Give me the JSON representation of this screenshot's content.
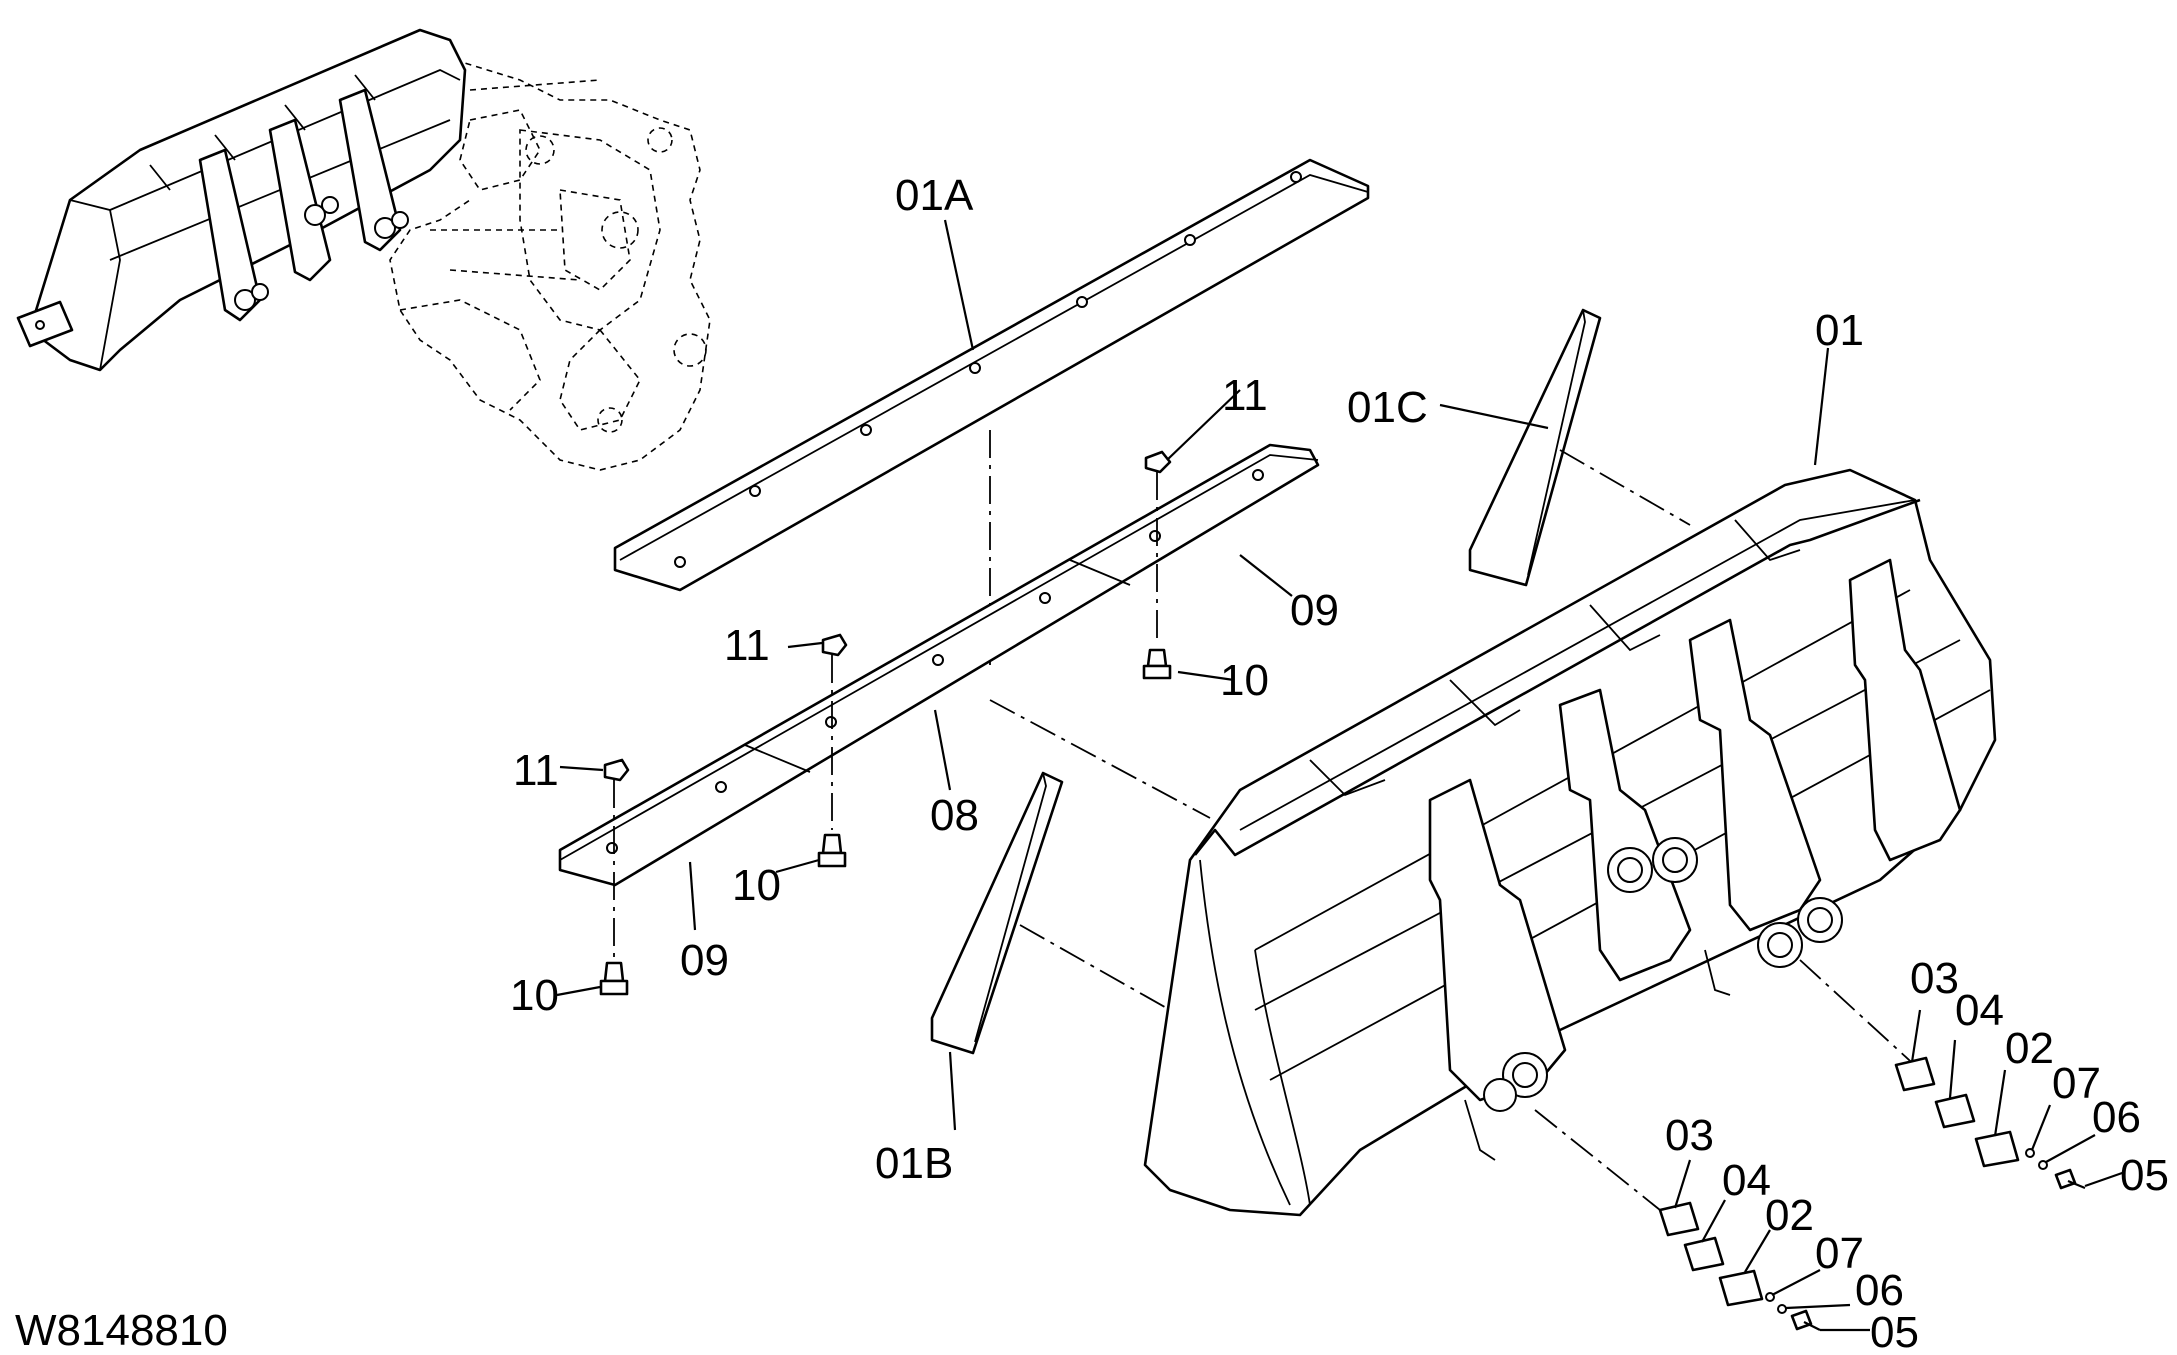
{
  "drawing_number": "W8148810",
  "callouts": {
    "c01": "01",
    "c01A": "01A",
    "c01B": "01B",
    "c01C": "01C",
    "c02a": "02",
    "c02b": "02",
    "c03a": "03",
    "c03b": "03",
    "c04a": "04",
    "c04b": "04",
    "c05a": "05",
    "c05b": "05",
    "c06a": "06",
    "c06b": "06",
    "c07a": "07",
    "c07b": "07",
    "c08": "08",
    "c09a": "09",
    "c09b": "09",
    "c10a": "10",
    "c10b": "10",
    "c10c": "10",
    "c11a": "11",
    "c11b": "11",
    "c11c": "11"
  }
}
